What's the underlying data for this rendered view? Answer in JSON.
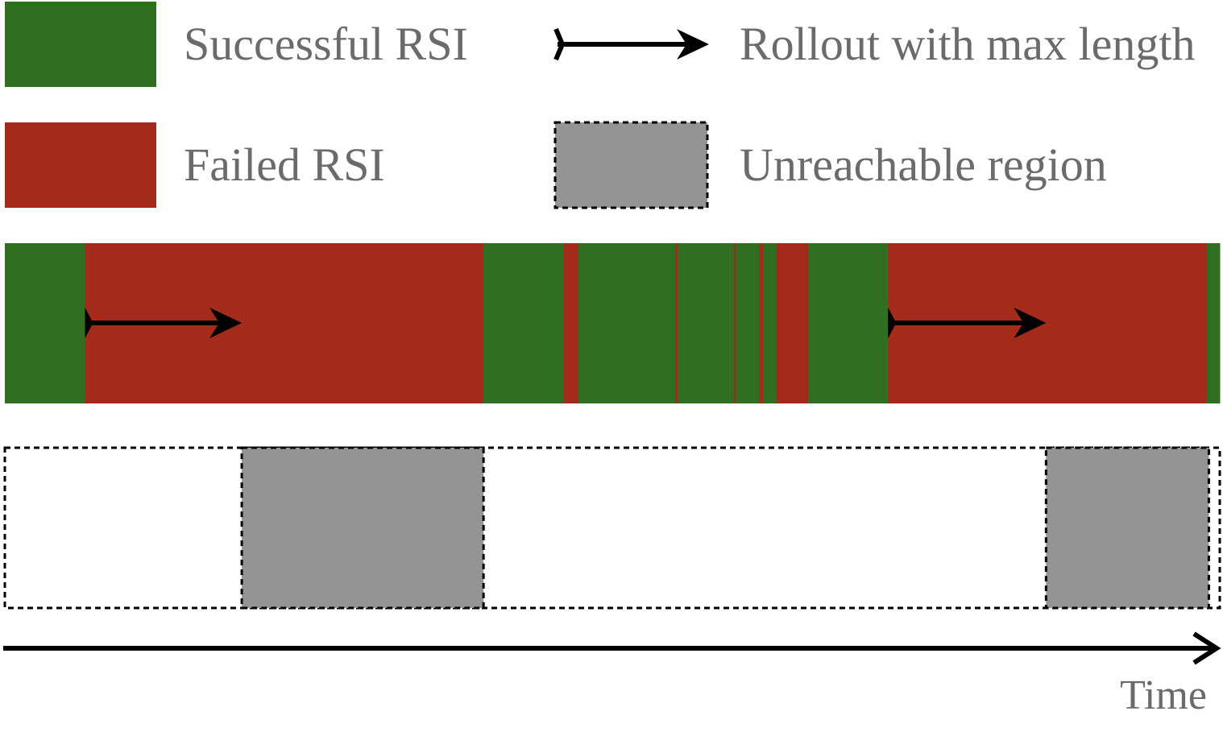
{
  "colors": {
    "success": "#316f20",
    "failed": "#a42b1a",
    "unreachable": "#949494",
    "arrow": "#000000",
    "label_text": "#6b6b6b"
  },
  "legend": {
    "success_label": "Successful RSI",
    "failed_label": "Failed RSI",
    "rollout_label": "Rollout with max length",
    "unreachable_label": "Unreachable region"
  },
  "timeline": {
    "segments": [
      {
        "status": "success",
        "start": 0.0,
        "end": 0.066
      },
      {
        "status": "failed",
        "start": 0.066,
        "end": 0.394
      },
      {
        "status": "success",
        "start": 0.394,
        "end": 0.46
      },
      {
        "status": "failed",
        "start": 0.46,
        "end": 0.472
      },
      {
        "status": "success",
        "start": 0.472,
        "end": 0.552
      },
      {
        "status": "failed",
        "start": 0.552,
        "end": 0.554
      },
      {
        "status": "success",
        "start": 0.554,
        "end": 0.6
      },
      {
        "status": "failed",
        "start": 0.6,
        "end": 0.602
      },
      {
        "status": "success",
        "start": 0.602,
        "end": 0.621
      },
      {
        "status": "failed",
        "start": 0.621,
        "end": 0.624
      },
      {
        "status": "success",
        "start": 0.624,
        "end": 0.635
      },
      {
        "status": "failed",
        "start": 0.635,
        "end": 0.661
      },
      {
        "status": "success",
        "start": 0.661,
        "end": 0.727
      },
      {
        "status": "failed",
        "start": 0.727,
        "end": 0.989
      },
      {
        "status": "success",
        "start": 0.989,
        "end": 1.0
      }
    ],
    "rollouts": [
      {
        "start": 0.066,
        "end": 0.195
      },
      {
        "start": 0.727,
        "end": 0.857
      }
    ],
    "unreachable": [
      {
        "start": 0.195,
        "end": 0.394
      },
      {
        "start": 0.857,
        "end": 0.991
      }
    ]
  },
  "time_axis": {
    "label": "Time"
  }
}
